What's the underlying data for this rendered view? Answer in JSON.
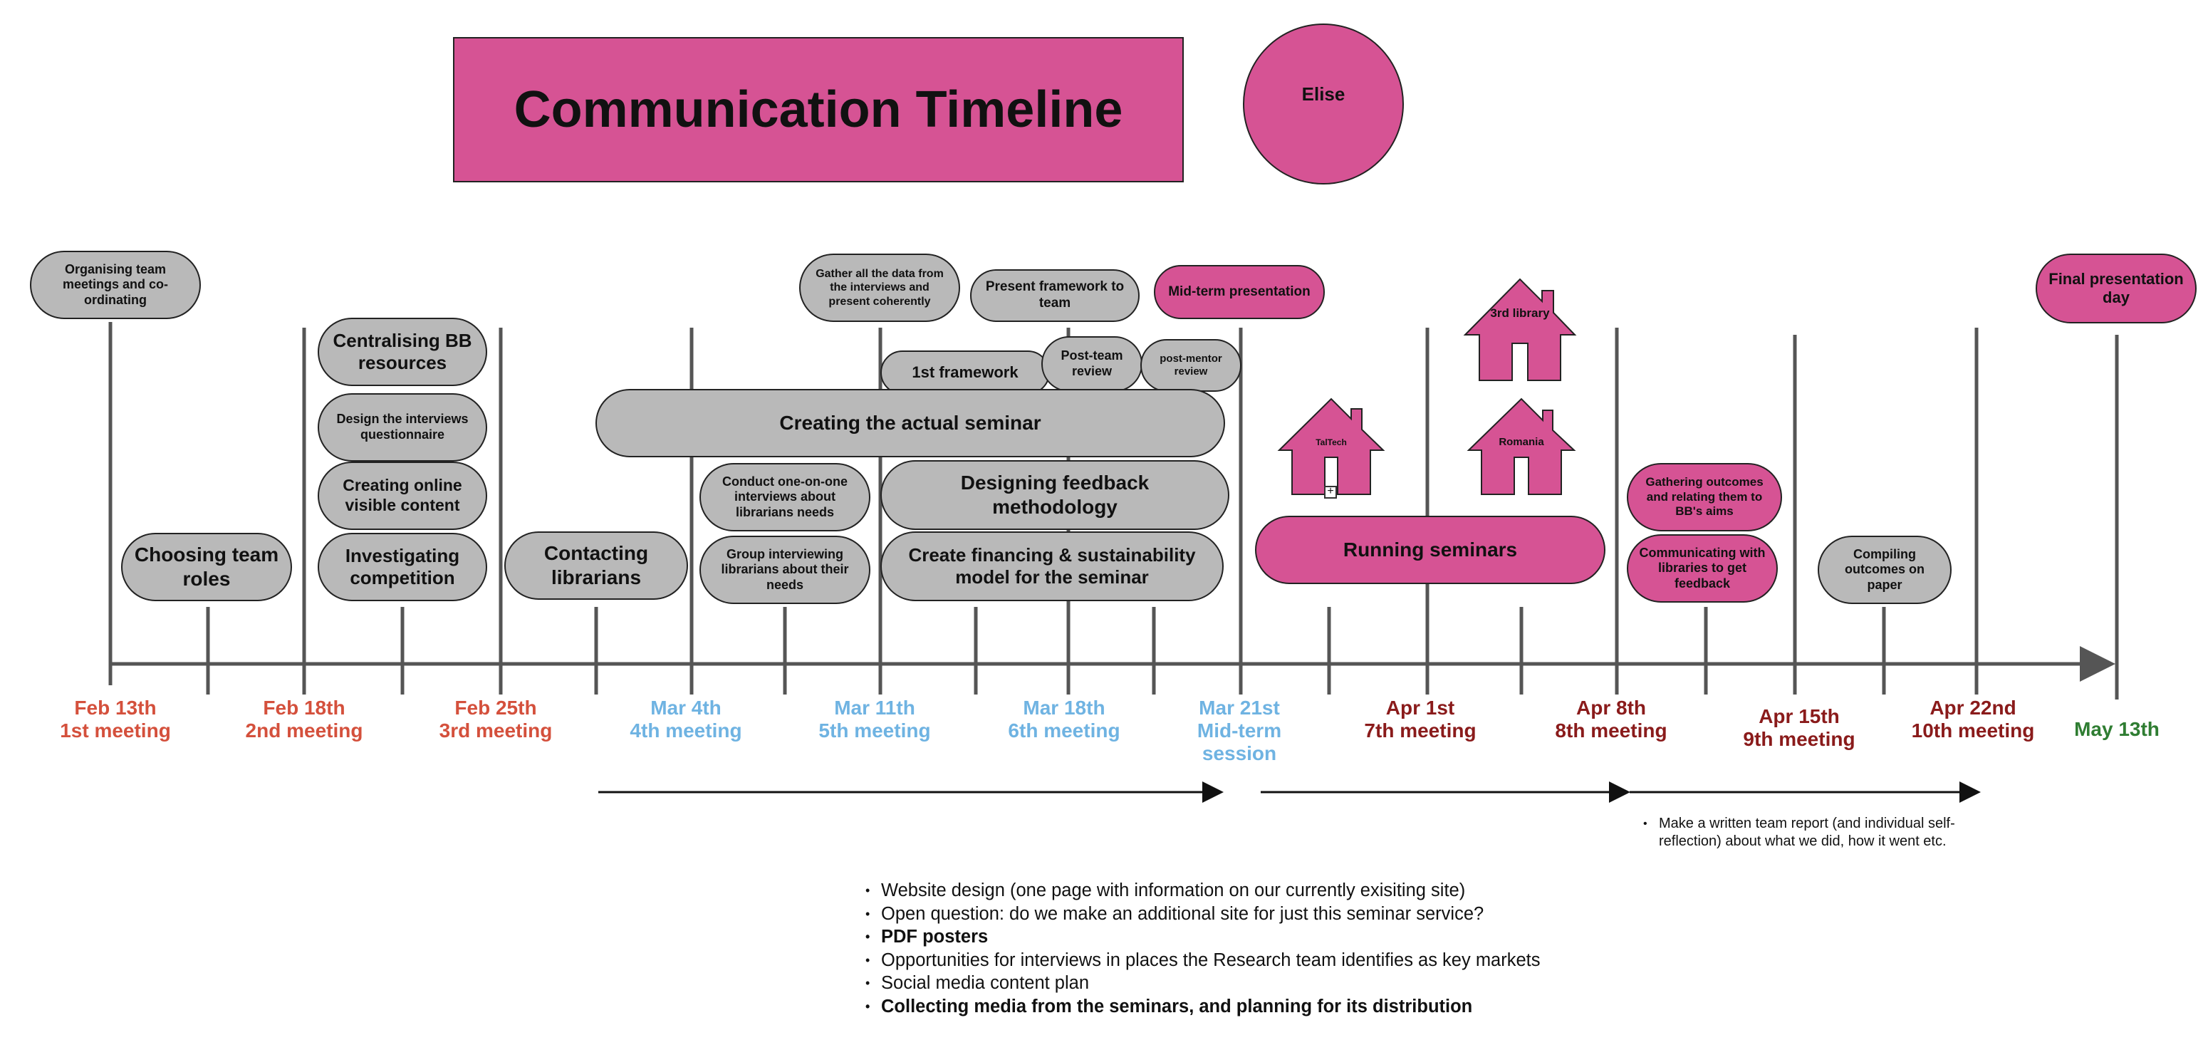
{
  "title": "Communication Timeline",
  "person": "Elise",
  "dates": [
    {
      "line1": "Feb 13th",
      "line2": "1st meeting",
      "color": "#d4503c"
    },
    {
      "line1": "Feb 18th",
      "line2": "2nd meeting",
      "color": "#d4503c"
    },
    {
      "line1": "Feb 25th",
      "line2": "3rd meeting",
      "color": "#d4503c"
    },
    {
      "line1": "Mar 4th",
      "line2": "4th meeting",
      "color": "#6fb3e2"
    },
    {
      "line1": "Mar 11th",
      "line2": "5th meeting",
      "color": "#6fb3e2"
    },
    {
      "line1": "Mar 18th",
      "line2": "6th meeting",
      "color": "#6fb3e2"
    },
    {
      "line1": "Mar 21st",
      "line2": "Mid-term",
      "line3": "session",
      "color": "#6fb3e2"
    },
    {
      "line1": "Apr 1st",
      "line2": "7th meeting",
      "color": "#8a1b1b"
    },
    {
      "line1": "Apr 8th",
      "line2": "8th meeting",
      "color": "#8a1b1b"
    },
    {
      "line1": "Apr 15th",
      "line2": "9th meeting",
      "color": "#8a1b1b"
    },
    {
      "line1": "Apr 22nd",
      "line2": "10th meeting",
      "color": "#8a1b1b"
    },
    {
      "line1": "May 13th",
      "color": "#2f7d32"
    }
  ],
  "tasks": {
    "organising": "Organising team meetings and co-ordinating",
    "choosing_roles": "Choosing team roles",
    "centralising": "Centralising BB resources",
    "design_questionnaire": "Design the interviews questionnaire",
    "creating_online": "Creating online visible content",
    "investigating": "Investigating competition",
    "contacting": "Contacting librarians",
    "gather_data": "Gather all the data from the interviews and present coherently",
    "present_framework": "Present framework to team",
    "first_framework": "1st framework",
    "post_team_review": "Post-team review",
    "post_mentor_review": "post-mentor review",
    "creating_seminar": "Creating the actual seminar",
    "conduct_interviews": "Conduct one-on-one interviews about librarians needs",
    "group_interviewing": "Group interviewing librarians about their needs",
    "designing_feedback": "Designing feedback methodology",
    "create_financing": "Create financing & sustainability model for the seminar",
    "midterm_presentation": "Mid-term presentation",
    "running_seminars": "Running seminars",
    "gathering_outcomes": "Gathering outcomes and relating them to BB's aims",
    "communicating_libraries": "Communicating with libraries to get feedback",
    "compiling": "Compiling outcomes on paper",
    "final_day": "Final presentation day"
  },
  "houses": {
    "taltech": "TalTech",
    "third_library": "3rd library",
    "romania": "Romania"
  },
  "side_note": "Make a written team report (and individual self-reflection) about what we did, how it went etc.",
  "notes": [
    {
      "text": "Website design (one page with information on our currently exisiting site)",
      "bold": false
    },
    {
      "text": "Open question: do we make an additional site for just this seminar service?",
      "bold": false
    },
    {
      "text": "PDF posters",
      "bold": true
    },
    {
      "text": "Opportunities for interviews in places the Research team identifies as key markets",
      "bold": false
    },
    {
      "text": "Social media content plan",
      "bold": false
    },
    {
      "text": "Collecting media from the seminars, and planning for its distribution",
      "bold": true
    }
  ],
  "colors": {
    "accent_pink": "#d65394",
    "task_grey": "#b9b9b9",
    "line": "#555555"
  }
}
